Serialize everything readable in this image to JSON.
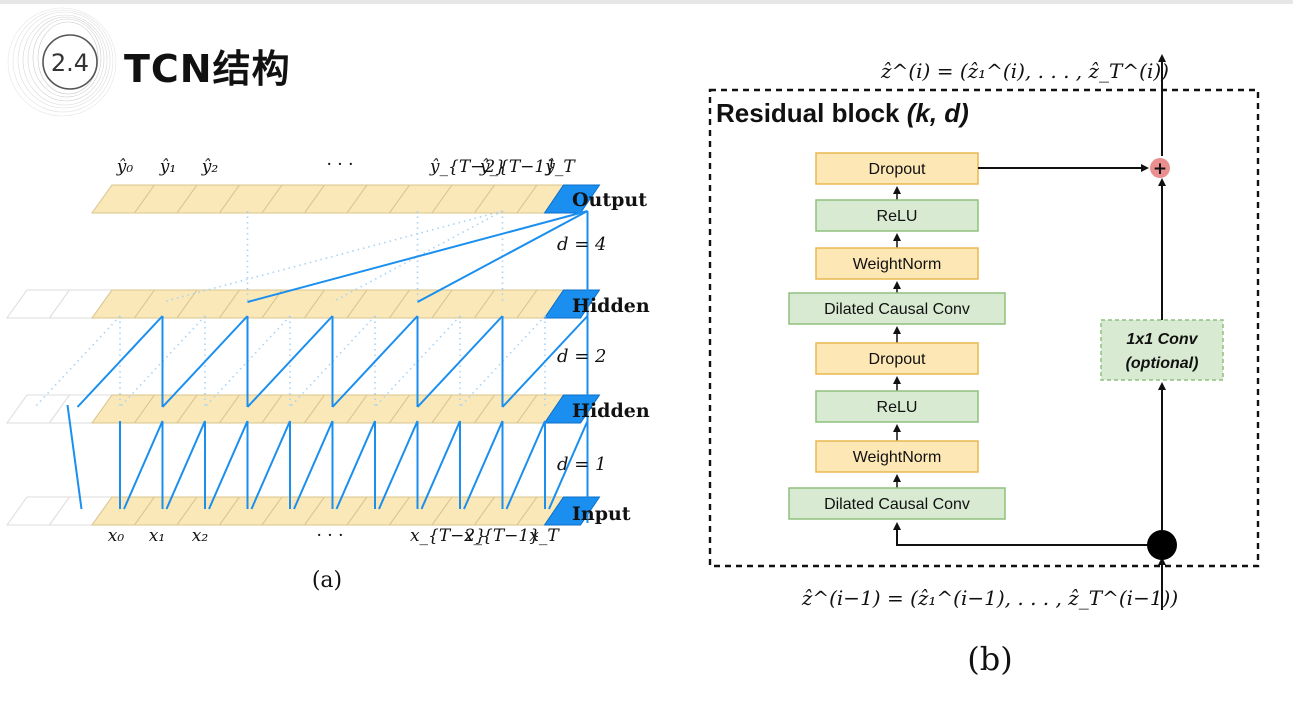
{
  "slide": {
    "section_number": "2.4",
    "title": "TCN结构"
  },
  "diagram_a": {
    "caption": "(a)",
    "top_labels": [
      "ŷ₀",
      "ŷ₁",
      "ŷ₂",
      "· · ·",
      "ŷ_{T−2}",
      "ŷ_{T−1}",
      "ŷ_T"
    ],
    "bottom_labels": [
      "x₀",
      "x₁",
      "x₂",
      "· · ·",
      "x_{T−2}",
      "x_{T−1}",
      "x_T"
    ],
    "layer_labels": [
      "Output",
      "Hidden",
      "Hidden",
      "Input"
    ],
    "dilation_labels": [
      "d = 4",
      "d = 2",
      "d = 1"
    ],
    "colors": {
      "cell": "#fae8b8",
      "cell_border": "#d9c48e",
      "highlight": "#1a8fef",
      "line": "#1a8fef",
      "ghost": "#dcdcdc"
    }
  },
  "diagram_b": {
    "caption": "(b)",
    "block_title": "Residual block",
    "block_params": " (k, d)",
    "output_eq": "ẑ^(i) = (ẑ₁^(i), . . . , ẑ_T^(i))",
    "input_eq": "ẑ^(i−1) = (ẑ₁^(i−1), . . . , ẑ_T^(i−1))",
    "layers": [
      {
        "label": "Dropout",
        "kind": "yellow"
      },
      {
        "label": "ReLU",
        "kind": "green"
      },
      {
        "label": "WeightNorm",
        "kind": "yellow"
      },
      {
        "label": "Dilated Causal Conv",
        "kind": "green"
      },
      {
        "label": "Dropout",
        "kind": "yellow"
      },
      {
        "label": "ReLU",
        "kind": "green"
      },
      {
        "label": "WeightNorm",
        "kind": "yellow"
      },
      {
        "label": "Dilated Causal Conv",
        "kind": "green"
      }
    ],
    "conv1x1_line1": "1x1 Conv",
    "conv1x1_line2": "(optional)",
    "plus_symbol": "+",
    "colors": {
      "yellow_fill": "#fde7b5",
      "yellow_border": "#e8b84f",
      "green_fill": "#d8ebd2",
      "green_border": "#90c07d",
      "plus": "#ea8f8f"
    }
  }
}
